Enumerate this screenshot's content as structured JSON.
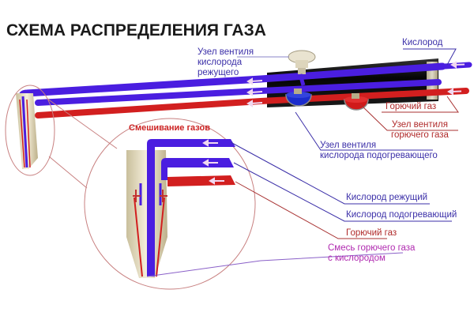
{
  "title": "СХЕМА РАСПРЕДЕЛЕНИЯ ГАЗА",
  "colors": {
    "oxygen": "#4a1ee0",
    "fuel_gas": "#d21f1f",
    "body_black": "#0d0d0d",
    "leader_blue": "#3b2fa8",
    "leader_red": "#a83232",
    "mixture": "#b02ab0",
    "ring": "#c88080",
    "brass": "#ede4c8"
  },
  "labels": {
    "valve_cutting_oxygen": [
      "Узел вентиля",
      "кислорода",
      "режущего"
    ],
    "oxygen": "Кислород",
    "fuel_gas_top": "Горючий газ",
    "valve_fuel_gas": [
      "Узел вентиля",
      "горючего газа"
    ],
    "valve_preheat_oxygen": [
      "Узел вентиля",
      "кислорода подогревающего"
    ],
    "mixing_title": "Смешивание газов",
    "cutting_oxygen": "Кислород режущий",
    "preheat_oxygen": "Кислород подогревающий",
    "fuel_gas_bottom": "Горючий газ",
    "mixture": [
      "Смесь горючего газа",
      "с кислородом"
    ]
  },
  "flow_arrow_icon": "arrow-left-icon"
}
